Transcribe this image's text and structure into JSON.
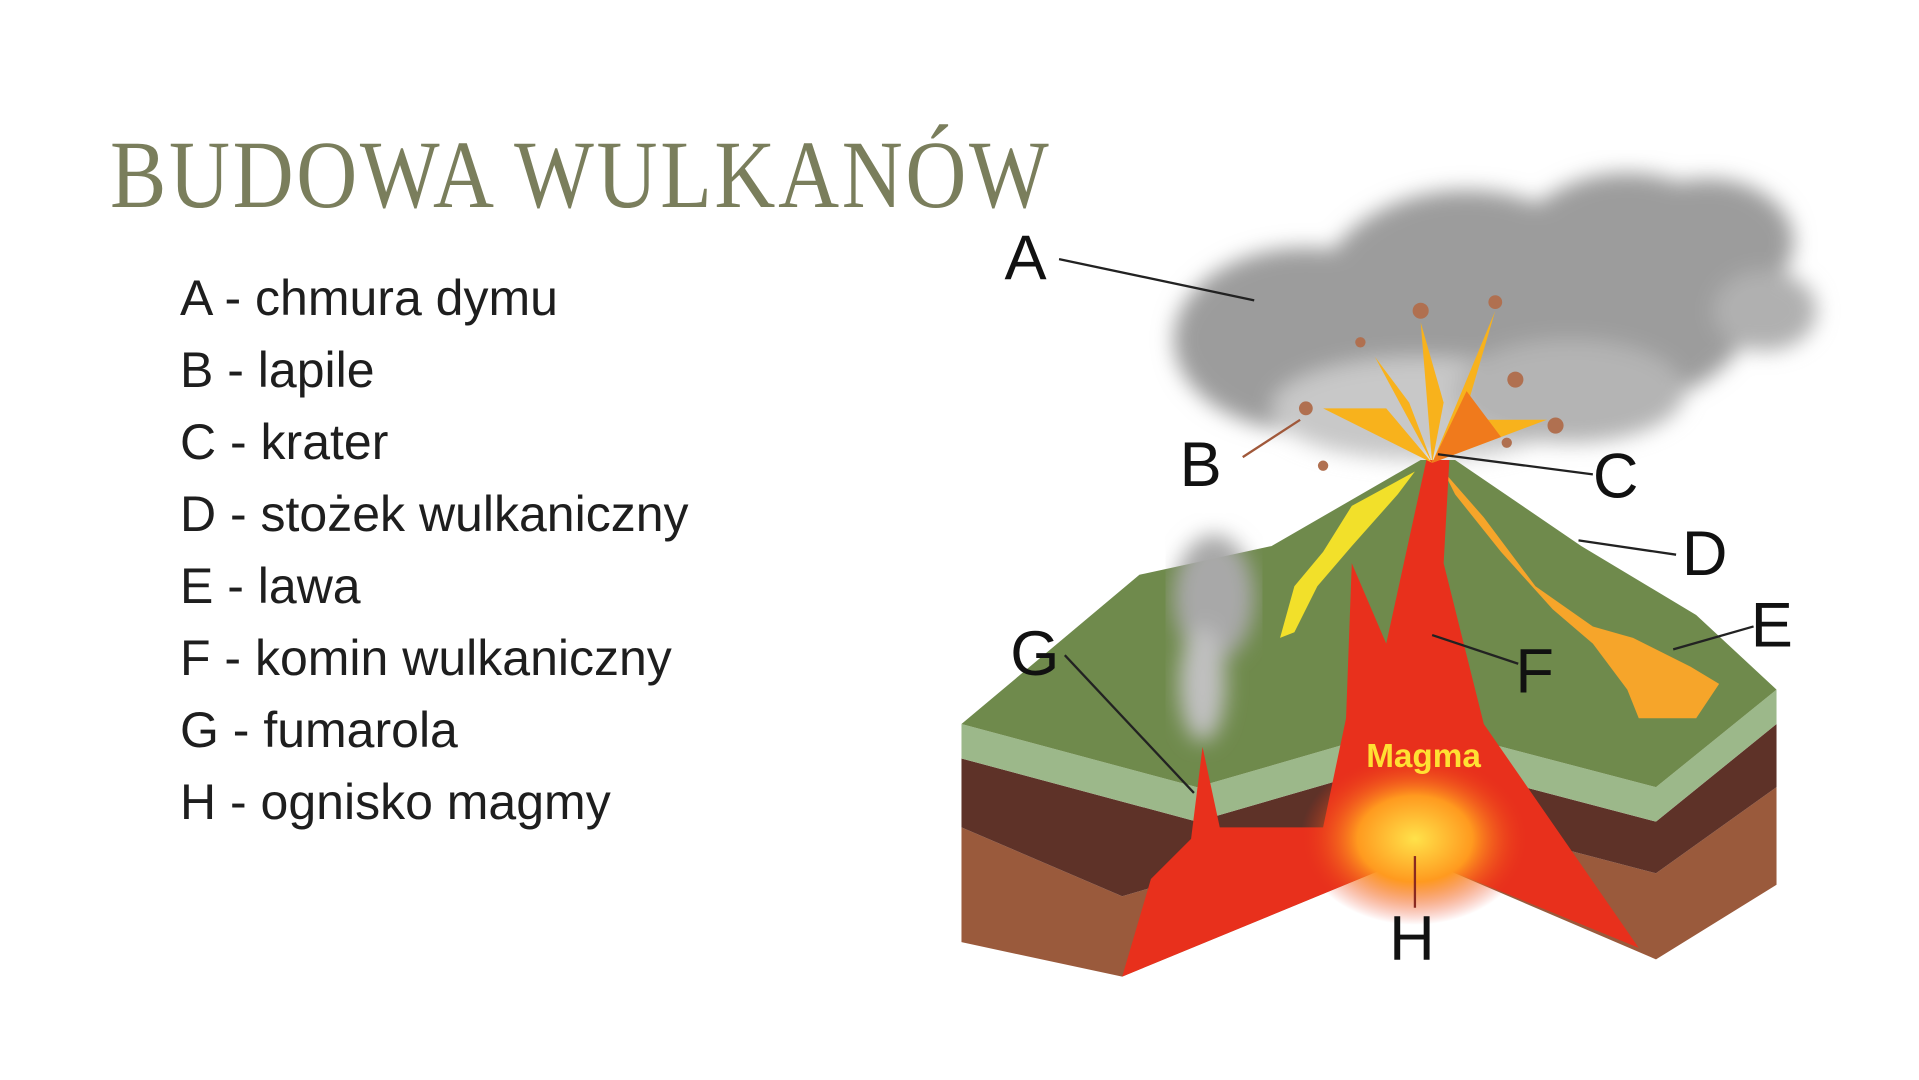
{
  "title": "BUDOWA WULKANÓW",
  "legend": [
    "A - chmura dymu",
    "B - lapile",
    "C - krater",
    "D - stożek wulkaniczny",
    "E - lawa",
    "F - komin wulkaniczny",
    "G - fumarola",
    "H - ognisko magmy"
  ],
  "diagram": {
    "labels": {
      "A": "A",
      "B": "B",
      "C": "C",
      "D": "D",
      "E": "E",
      "F": "F",
      "G": "G",
      "H": "H"
    },
    "magma_text": "Magma"
  },
  "colors": {
    "title": "#7a7e5c",
    "magma": "#e8301c",
    "text_magma": "#ffe033"
  }
}
